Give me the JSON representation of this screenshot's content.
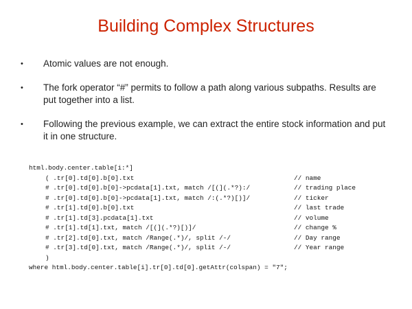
{
  "slide": {
    "title": "Building Complex Structures",
    "bullet_symbol": "•",
    "bullets": [
      "Atomic values are not enough.",
      "The fork operator “#” permits to follow a path along various subpaths. Results are put together into a list.",
      "Following the previous example, we can extract the entire stock information and put it in one structure."
    ],
    "code": {
      "header": "html.body.center.table[i:*]",
      "lines": [
        {
          "text": "( .tr[0].td[0].b[0].txt",
          "comment": "// name"
        },
        {
          "text": "# .tr[0].td[0].b[0]->pcdata[1].txt, match /[(](.*?):/",
          "comment": "// trading place"
        },
        {
          "text": "# .tr[0].td[0].b[0]->pcdata[1].txt, match /:(.*?)[)]/",
          "comment": "// ticker"
        },
        {
          "text": "# .tr[1].td[0].b[0].txt",
          "comment": "// last trade"
        },
        {
          "text": "# .tr[1].td[3].pcdata[1].txt",
          "comment": "// volume"
        },
        {
          "text": "# .tr[1].td[1].txt, match /[(](.*?)[)]/",
          "comment": "// change %"
        },
        {
          "text": "# .tr[2].td[0].txt, match /Range(.*)/, split /-/",
          "comment": "// Day range"
        },
        {
          "text": "# .tr[3].td[0].txt, match /Range(.*)/, split /-/",
          "comment": "// Year range"
        }
      ],
      "closing": ")",
      "footer": "where html.body.center.table[i].tr[0].td[0].getAttr(colspan) = \"7\";"
    }
  }
}
